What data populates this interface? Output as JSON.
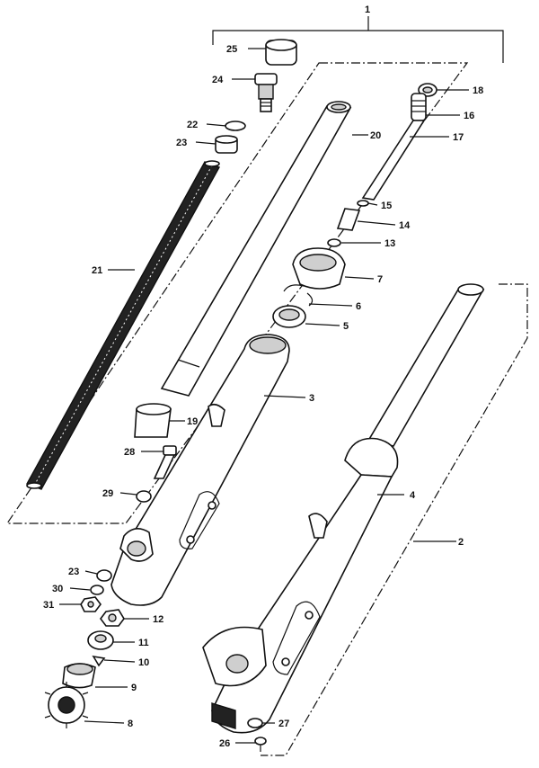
{
  "callouts": {
    "c1": "1",
    "c2": "2",
    "c3": "3",
    "c4": "4",
    "c5": "5",
    "c6": "6",
    "c7": "7",
    "c8": "8",
    "c9": "9",
    "c10": "10",
    "c11": "11",
    "c12": "12",
    "c13": "13",
    "c14": "14",
    "c15": "15",
    "c16": "16",
    "c17": "17",
    "c18": "18",
    "c19": "19",
    "c20": "20",
    "c21": "21",
    "c22": "22",
    "c23a": "23",
    "c23b": "23",
    "c24": "24",
    "c25": "25",
    "c26": "26",
    "c27": "27",
    "c28": "28",
    "c29": "29",
    "c30": "30",
    "c31": "31"
  }
}
